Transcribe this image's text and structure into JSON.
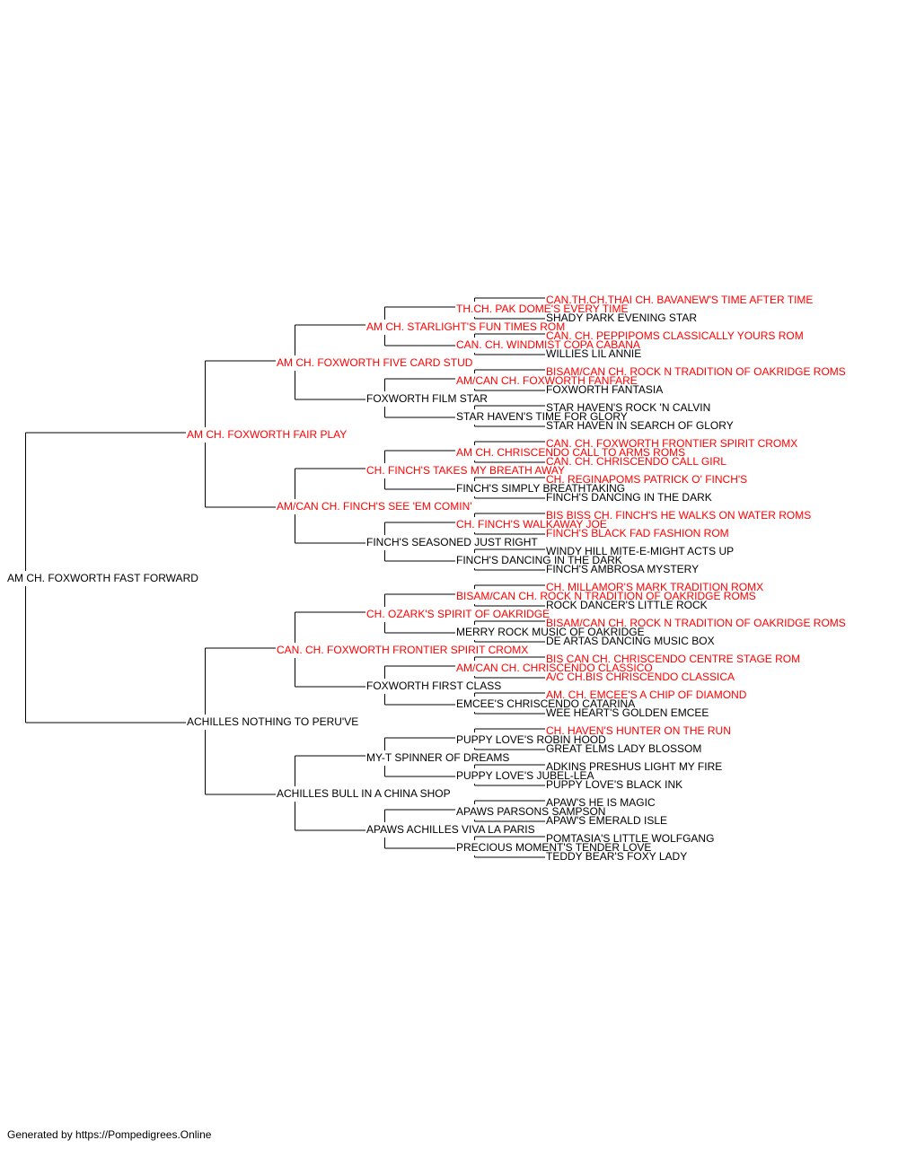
{
  "colors": {
    "champion": "#ff0000",
    "regular": "#000000",
    "line": "#000000"
  },
  "pedigree": [
    {
      "name": "AM CH. FOXWORTH FAST FORWARD",
      "ch": false
    },
    {
      "name": "AM CH. FOXWORTH FAIR PLAY",
      "ch": true
    },
    {
      "name": "ACHILLES NOTHING TO PERU'VE",
      "ch": false
    },
    {
      "name": "AM CH. FOXWORTH FIVE CARD STUD",
      "ch": true
    },
    {
      "name": "AM/CAN CH. FINCH'S SEE 'EM COMIN'",
      "ch": true
    },
    {
      "name": "CAN. CH. FOXWORTH FRONTIER SPIRIT CROMX",
      "ch": true
    },
    {
      "name": "ACHILLES BULL IN A CHINA SHOP",
      "ch": false
    },
    {
      "name": "AM CH. STARLIGHT'S FUN TIMES ROM",
      "ch": true
    },
    {
      "name": "FOXWORTH FILM STAR",
      "ch": false
    },
    {
      "name": "CH. FINCH'S TAKES MY BREATH AWAY",
      "ch": true
    },
    {
      "name": "FINCH'S SEASONED JUST RIGHT",
      "ch": false
    },
    {
      "name": "CH. OZARK'S SPIRIT OF OAKRIDGE",
      "ch": true
    },
    {
      "name": "FOXWORTH FIRST CLASS",
      "ch": false
    },
    {
      "name": "MY-T SPINNER OF DREAMS",
      "ch": false
    },
    {
      "name": "APAWS ACHILLES VIVA LA PARIS",
      "ch": false
    },
    {
      "name": "TH.CH. PAK DOME'S EVERY TIME",
      "ch": true
    },
    {
      "name": "CAN. CH. WINDMIST COPA CABANA",
      "ch": true
    },
    {
      "name": "AM/CAN CH. FOXWORTH FANFARE",
      "ch": true
    },
    {
      "name": "STAR HAVEN'S TIME FOR GLORY",
      "ch": false
    },
    {
      "name": "AM CH. CHRISCENDO CALL TO ARMS ROMS",
      "ch": true
    },
    {
      "name": "FINCH'S SIMPLY BREATHTAKING",
      "ch": false
    },
    {
      "name": "CH. FINCH'S WALKAWAY JOE",
      "ch": true
    },
    {
      "name": "FINCH'S DANCING IN THE DARK",
      "ch": false
    },
    {
      "name": "BISAM/CAN CH. ROCK N TRADITION OF OAKRIDGE ROMS",
      "ch": true
    },
    {
      "name": "MERRY ROCK MUSIC OF OAKRIDGE",
      "ch": false
    },
    {
      "name": "AM/CAN CH. CHRISCENDO CLASSICO",
      "ch": true
    },
    {
      "name": "EMCEE'S CHRISCENDO CATARINA",
      "ch": false
    },
    {
      "name": "PUPPY LOVE'S ROBIN HOOD",
      "ch": false
    },
    {
      "name": "PUPPY LOVE'S JUBEL-LEA",
      "ch": false
    },
    {
      "name": "APAWS PARSONS SAMPSON",
      "ch": false
    },
    {
      "name": "PRECIOUS MOMENT'S TENDER LOVE",
      "ch": false
    },
    {
      "name": "CAN.TH.CH.THAI CH. BAVANEW'S TIME AFTER TIME",
      "ch": true
    },
    {
      "name": "SHADY PARK EVENING STAR",
      "ch": false
    },
    {
      "name": "CAN. CH. PEPPIPOMS CLASSICALLY YOURS ROM",
      "ch": true
    },
    {
      "name": "WILLIES LIL ANNIE",
      "ch": false
    },
    {
      "name": "BISAM/CAN CH. ROCK N TRADITION OF OAKRIDGE ROMS",
      "ch": true
    },
    {
      "name": "FOXWORTH FANTASIA",
      "ch": false
    },
    {
      "name": "STAR HAVEN'S ROCK 'N CALVIN",
      "ch": false
    },
    {
      "name": "STAR HAVEN IN SEARCH OF GLORY",
      "ch": false
    },
    {
      "name": "CAN. CH. FOXWORTH FRONTIER SPIRIT CROMX",
      "ch": true
    },
    {
      "name": "CAN. CH. CHRISCENDO CALL GIRL",
      "ch": true
    },
    {
      "name": "CH. REGINAPOMS PATRICK O' FINCH'S",
      "ch": true
    },
    {
      "name": "FINCH'S DANCING IN THE DARK",
      "ch": false
    },
    {
      "name": "BIS BISS CH. FINCH'S HE WALKS ON WATER ROMS",
      "ch": true
    },
    {
      "name": "FINCH'S BLACK FAD FASHION ROM",
      "ch": true
    },
    {
      "name": "WINDY HILL MITE-E-MIGHT ACTS UP",
      "ch": false
    },
    {
      "name": "FINCH'S AMBROSA MYSTERY",
      "ch": false
    },
    {
      "name": "CH. MILLAMOR'S MARK TRADITION ROMX",
      "ch": true
    },
    {
      "name": "ROCK DANCER'S LITTLE ROCK",
      "ch": false
    },
    {
      "name": "BISAM/CAN CH. ROCK N TRADITION OF OAKRIDGE ROMS",
      "ch": true
    },
    {
      "name": "DE ARTAS DANCING MUSIC BOX",
      "ch": false
    },
    {
      "name": "BIS CAN CH. CHRISCENDO CENTRE STAGE ROM",
      "ch": true
    },
    {
      "name": "A/C CH.BIS CHRISCENDO CLASSICA",
      "ch": true
    },
    {
      "name": "AM. CH. EMCEE'S A CHIP OF DIAMOND",
      "ch": true
    },
    {
      "name": "WEE HEART'S GOLDEN EMCEE",
      "ch": false
    },
    {
      "name": "CH. HAVEN'S HUNTER ON THE RUN",
      "ch": true
    },
    {
      "name": "GREAT ELMS LADY BLOSSOM",
      "ch": false
    },
    {
      "name": "ADKINS PRESHUS LIGHT MY FIRE",
      "ch": false
    },
    {
      "name": "PUPPY LOVE'S BLACK INK",
      "ch": false
    },
    {
      "name": "APAW'S HE IS MAGIC",
      "ch": false
    },
    {
      "name": "APAW'S EMERALD ISLE",
      "ch": false
    },
    {
      "name": "POMTASIA'S LITTLE WOLFGANG",
      "ch": false
    },
    {
      "name": "TEDDY BEAR'S FOXY LADY",
      "ch": false
    }
  ],
  "footer": "Generated by https://Pompedigrees.Online"
}
